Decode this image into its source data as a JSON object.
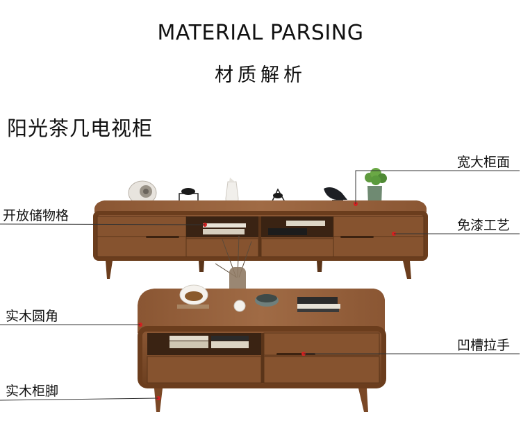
{
  "header": {
    "title_en": "MATERIAL PARSING",
    "title_cn": "材质解析"
  },
  "product": {
    "name": "阳光茶几电视柜"
  },
  "callouts": {
    "wide_top": "宽大柜面",
    "open_storage": "开放储物格",
    "no_paint": "免漆工艺",
    "solid_corner": "实木圆角",
    "groove_handle": "凹槽拉手",
    "solid_legs": "实木柜脚"
  },
  "colors": {
    "wood_light": "#9a6641",
    "wood_mid": "#7f4e2d",
    "wood_dark": "#5a3419",
    "marker_red": "#d42020",
    "line": "#333333"
  }
}
